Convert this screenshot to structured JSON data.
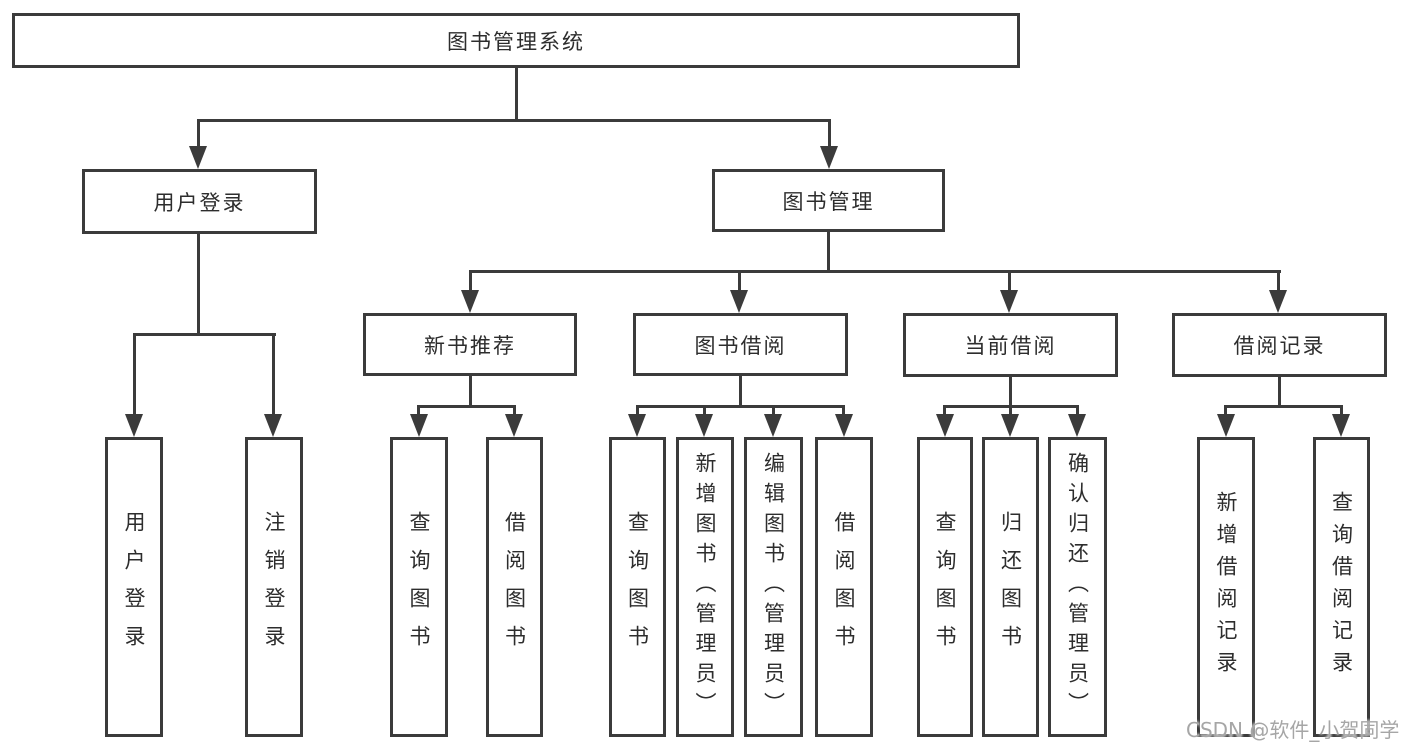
{
  "diagram_type": "tree",
  "tree": {
    "label": "图书管理系统",
    "children": [
      {
        "label": "用户登录",
        "children": [
          {
            "label": "用户登录"
          },
          {
            "label": "注销登录"
          }
        ]
      },
      {
        "label": "图书管理",
        "children": [
          {
            "label": "新书推荐",
            "children": [
              {
                "label": "查询图书"
              },
              {
                "label": "借阅图书"
              }
            ]
          },
          {
            "label": "图书借阅",
            "children": [
              {
                "label": "查询图书"
              },
              {
                "label": "新增图书（管理员）"
              },
              {
                "label": "编辑图书（管理员）"
              },
              {
                "label": "借阅图书"
              }
            ]
          },
          {
            "label": "当前借阅",
            "children": [
              {
                "label": "查询图书"
              },
              {
                "label": "归还图书"
              },
              {
                "label": "确认归还（管理员）"
              }
            ]
          },
          {
            "label": "借阅记录",
            "children": [
              {
                "label": "新增借阅记录"
              },
              {
                "label": "查询借阅记录"
              }
            ]
          }
        ]
      }
    ]
  },
  "watermark": {
    "text": "CSDN @软件_小贺同学"
  },
  "colors": {
    "line": "#3b3b3b",
    "box_border": "#3b3b3b",
    "text": "#2d2d2d",
    "watermark": "#a6a6a6",
    "background": "#ffffff"
  }
}
